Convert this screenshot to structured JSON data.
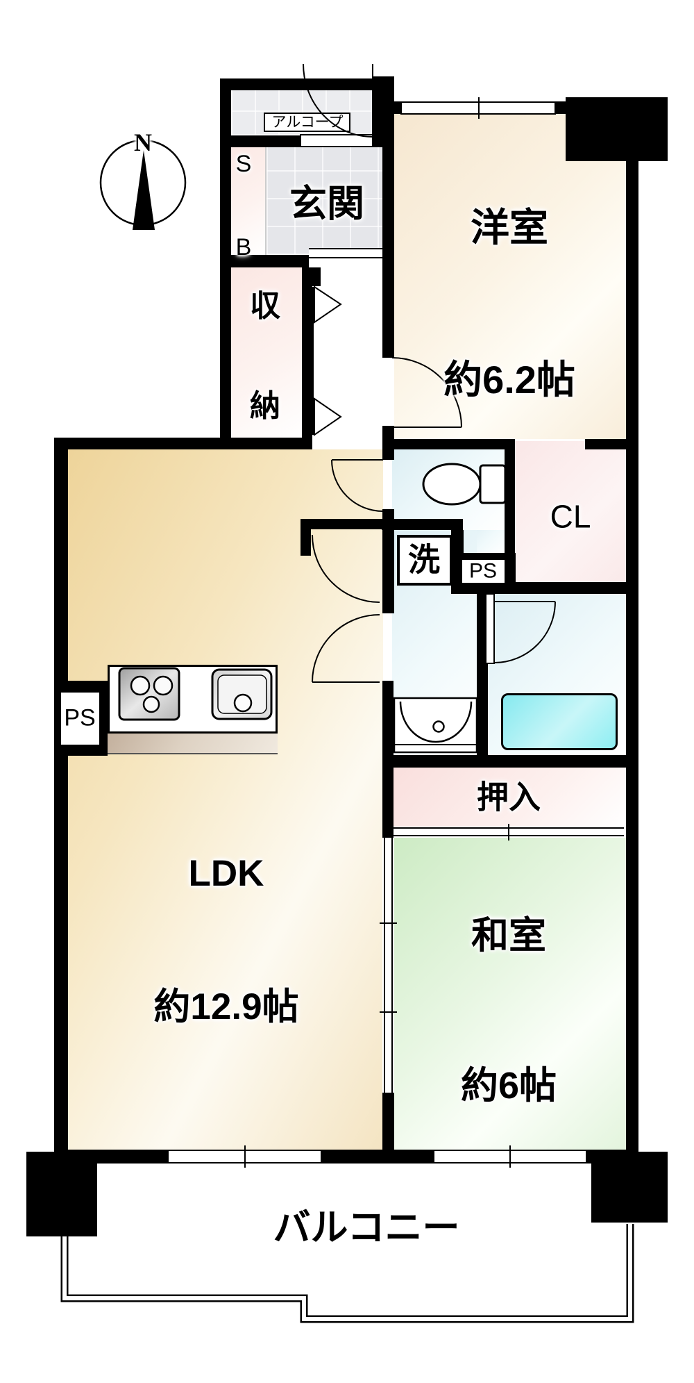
{
  "compass": {
    "north": "N"
  },
  "rooms": {
    "alcove": {
      "label": "アルコープ"
    },
    "shoe_box": {
      "line1": "S",
      "line2": "B"
    },
    "entrance": {
      "label": "玄関"
    },
    "storage": {
      "line1": "収",
      "line2": "納"
    },
    "western_room": {
      "name": "洋室",
      "size": "約6.2帖"
    },
    "closet": {
      "label": "CL"
    },
    "washer": {
      "label": "洗"
    },
    "pipe_space_right": {
      "label": "PS"
    },
    "pipe_space_left": {
      "label": "PS"
    },
    "ldk": {
      "name": "LDK",
      "size": "約12.9帖"
    },
    "oshiire": {
      "label": "押入"
    },
    "japanese_room": {
      "name": "和室",
      "size": "約6帖"
    },
    "balcony": {
      "label": "バルコニー"
    }
  },
  "colors": {
    "wall": "#000000",
    "ldk_floor": "#f1dca8",
    "tatami_floor": "#d9f0d1",
    "western_floor": "#f7ead7",
    "wet_area": "#e3f1f5",
    "bathtub": "#8feaf0",
    "closet_pink": "#fae8e6"
  }
}
